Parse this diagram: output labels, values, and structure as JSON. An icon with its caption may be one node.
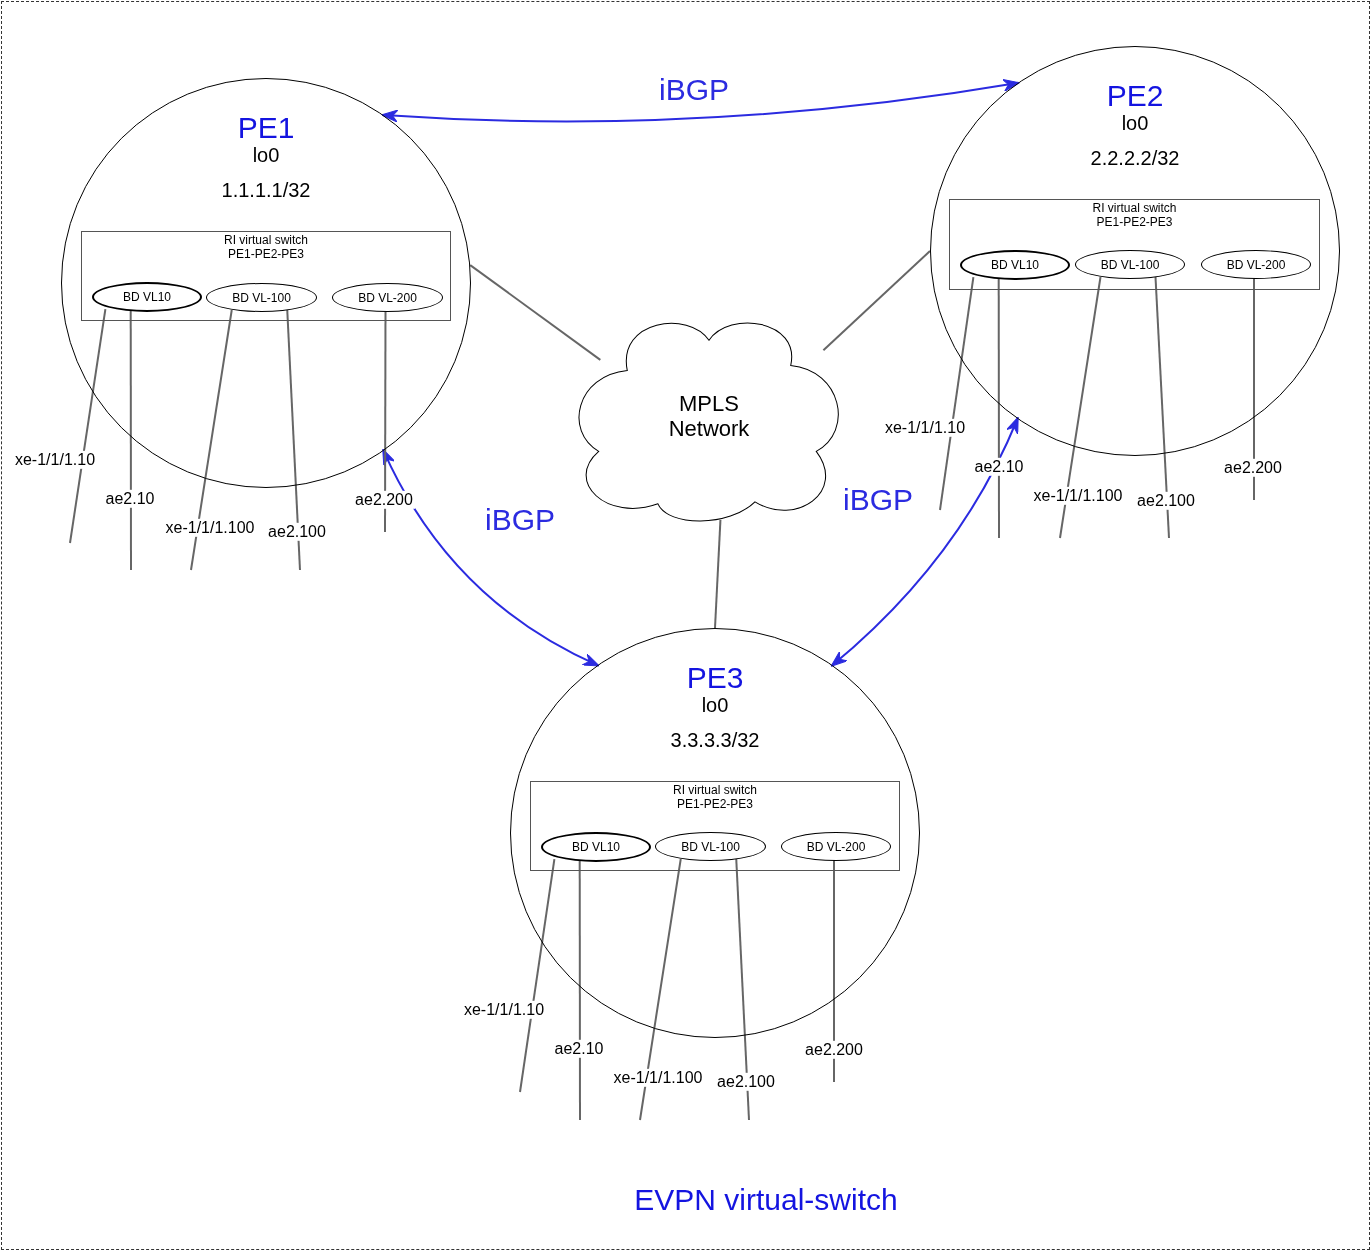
{
  "diagram": {
    "caption": "EVPN virtual-switch",
    "nodes": [
      {
        "text": [
          "PE1",
          "lo0",
          "1.1.1.1/32"
        ]
      },
      {
        "text": [
          "RI virtual switch PE1-PE2-PE3"
        ],
        "in": 0
      },
      {
        "text": [
          "BD VL10"
        ],
        "in": 1
      },
      {
        "text": [
          "BD VL-100"
        ],
        "in": 1
      },
      {
        "text": [
          "BD VL-200"
        ],
        "in": 1
      },
      {
        "text": [
          "PE2",
          "lo0",
          "2.2.2.2/32"
        ]
      },
      {
        "text": [
          "RI virtual switch PE1-PE2-PE3"
        ],
        "in": 5
      },
      {
        "text": [
          "BD VL10"
        ],
        "in": 6
      },
      {
        "text": [
          "BD VL-100"
        ],
        "in": 6
      },
      {
        "text": [
          "BD VL-200"
        ],
        "in": 6
      },
      {
        "text": [
          "MPLS Network"
        ]
      },
      {
        "text": [
          "PE3",
          "lo0",
          "3.3.3.3/32"
        ]
      },
      {
        "text": [
          "RI virtual switch PE1-PE2-PE3"
        ],
        "in": 11
      },
      {
        "text": [
          "BD VL10"
        ],
        "in": 12
      },
      {
        "text": [
          "BD VL-100"
        ],
        "in": 12
      },
      {
        "text": [
          "BD VL-200"
        ],
        "in": 12
      }
    ],
    "edges": [
      {
        "from": 0,
        "to": 5,
        "arrow": "both",
        "label": "iBGP",
        "color": "#2b2be0"
      },
      {
        "from": 0,
        "to": 11,
        "arrow": "both",
        "label": "iBGP",
        "color": "#2b2be0"
      },
      {
        "from": 5,
        "to": 11,
        "arrow": "both",
        "label": "iBGP",
        "color": "#2b2be0"
      },
      {
        "from": 0,
        "to": 10,
        "arrow": "none"
      },
      {
        "from": 5,
        "to": 10,
        "arrow": "none"
      },
      {
        "from": 10,
        "to": 11,
        "arrow": "none"
      },
      {
        "from": 2,
        "to": null,
        "arrow": "none",
        "label": "xe-1/1/1.10"
      },
      {
        "from": 2,
        "to": null,
        "arrow": "none",
        "label": "ae2.10"
      },
      {
        "from": 3,
        "to": null,
        "arrow": "none",
        "label": "xe-1/1/1.100"
      },
      {
        "from": 3,
        "to": null,
        "arrow": "none",
        "label": "ae2.100"
      },
      {
        "from": 4,
        "to": null,
        "arrow": "none",
        "label": "ae2.200"
      },
      {
        "from": 7,
        "to": null,
        "arrow": "none",
        "label": "xe-1/1/1.10"
      },
      {
        "from": 7,
        "to": null,
        "arrow": "none",
        "label": "ae2.10"
      },
      {
        "from": 8,
        "to": null,
        "arrow": "none",
        "label": "xe-1/1/1.100"
      },
      {
        "from": 8,
        "to": null,
        "arrow": "none",
        "label": "ae2.100"
      },
      {
        "from": 9,
        "to": null,
        "arrow": "none",
        "label": "ae2.200"
      },
      {
        "from": 13,
        "to": null,
        "arrow": "none",
        "label": "xe-1/1/1.10"
      },
      {
        "from": 13,
        "to": null,
        "arrow": "none",
        "label": "ae2.10"
      },
      {
        "from": 14,
        "to": null,
        "arrow": "none",
        "label": "xe-1/1/1.100"
      },
      {
        "from": 14,
        "to": null,
        "arrow": "none",
        "label": "ae2.100"
      },
      {
        "from": 15,
        "to": null,
        "arrow": "none",
        "label": "ae2.200"
      }
    ]
  }
}
